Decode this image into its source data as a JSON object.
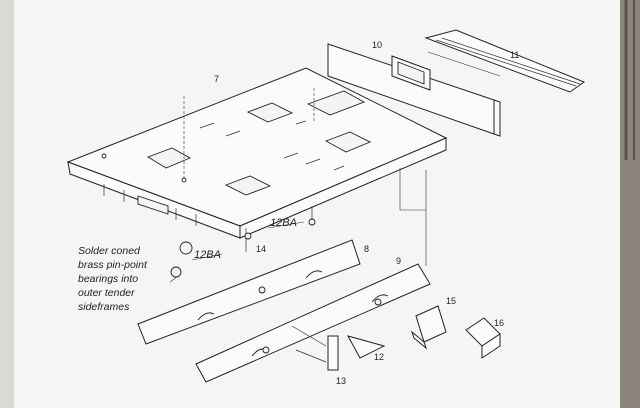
{
  "part_numbers": {
    "p7": "7",
    "p8": "8",
    "p9": "9",
    "p10": "10",
    "p11": "11",
    "p12": "12",
    "p13": "13",
    "p14": "14",
    "p15": "15",
    "p16": "16"
  },
  "screw_labels": {
    "upper": "12BA",
    "lower": "12BA"
  },
  "note_lines": [
    "Solder coned",
    "brass pin-point",
    "bearings into",
    "outer tender",
    "sideframes"
  ]
}
